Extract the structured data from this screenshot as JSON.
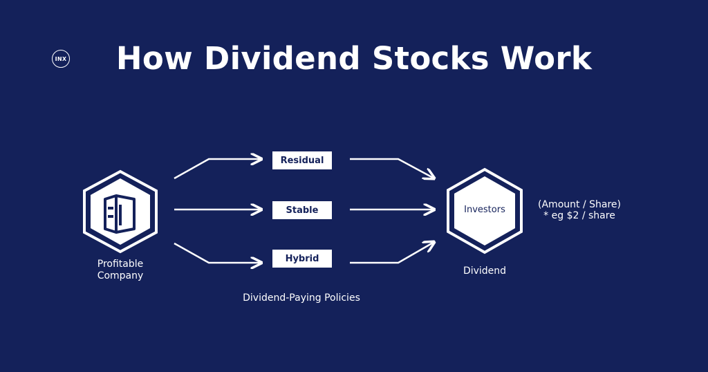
{
  "brand": {
    "logo_text": "INX"
  },
  "header": {
    "title": "How Dividend Stocks Work"
  },
  "company": {
    "label_line1": "Profitable",
    "label_line2": "Company"
  },
  "policies": {
    "caption": "Dividend-Paying Policies",
    "items": [
      {
        "label": "Residual"
      },
      {
        "label": "Stable"
      },
      {
        "label": "Hybrid"
      }
    ]
  },
  "investors": {
    "label": "Investors",
    "caption": "Dividend",
    "note_line1": "(Amount / Share)",
    "note_line2": "* eg $2 / share"
  },
  "colors": {
    "background": "#14215a",
    "foreground": "#ffffff"
  }
}
